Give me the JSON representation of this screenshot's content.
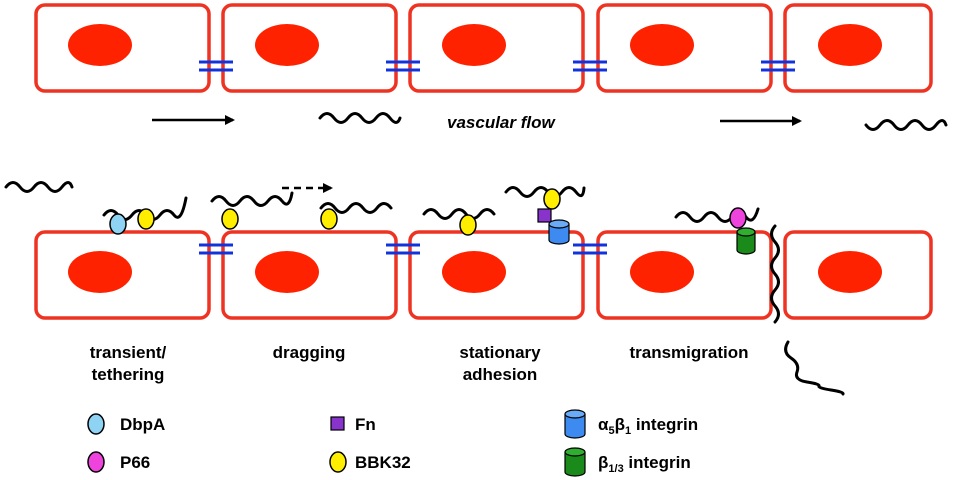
{
  "flow_label": "vascular flow",
  "stages": [
    {
      "line1": "transient/",
      "line2": "tethering"
    },
    {
      "line1": "dragging",
      "line2": ""
    },
    {
      "line1": "stationary",
      "line2": "adhesion"
    },
    {
      "line1": "transmigration",
      "line2": ""
    }
  ],
  "legend": {
    "dbpa": "DbpA",
    "p66": "P66",
    "fn": "Fn",
    "bbk32": "BBK32",
    "a5b1": {
      "alpha": "α",
      "alpha_sub": "5",
      "beta": "β",
      "beta_sub": "1",
      "text": " integrin"
    },
    "b13": {
      "beta": "β",
      "beta_sub": "1/3",
      "text": " integrin"
    }
  },
  "colors": {
    "cell_border": "#ee3322",
    "nucleus": "#ff2200",
    "junction": "#1133dd",
    "dbpa": "#8fd3f4",
    "p66": "#ee44dd",
    "fn": "#8833cc",
    "bbk32": "#ffee00",
    "a5b1": "#3d8bf0",
    "b13": "#1a8a1a"
  }
}
